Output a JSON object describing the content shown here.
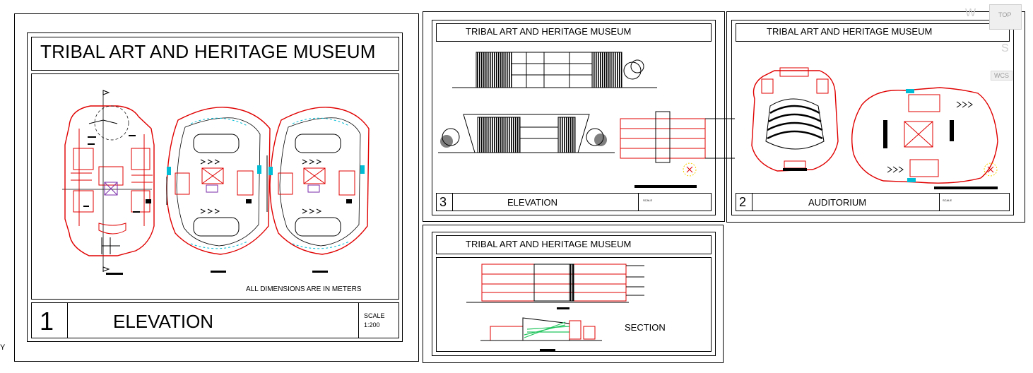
{
  "sheet1": {
    "title": "TRIBAL ART AND HERITAGE MUSEUM",
    "number": "1",
    "label": "ELEVATION",
    "scale_label": "SCALE",
    "scale_value": "1:200",
    "note": "ALL DIMENSIONS ARE IN METERS"
  },
  "sheet3": {
    "title": "TRIBAL ART AND HERITAGE MUSEUM",
    "number": "3",
    "label": "ELEVATION",
    "scale_label": "SCALE"
  },
  "sheet2": {
    "title": "TRIBAL ART AND HERITAGE MUSEUM",
    "number": "2",
    "label": "AUDITORIUM",
    "scale_label": "SCALE"
  },
  "sheet4": {
    "title": "TRIBAL ART AND HERITAGE MUSEUM",
    "label": "SECTION"
  },
  "viewcube": {
    "top": "TOP",
    "west": "W",
    "south": "S",
    "wcs": "WCS"
  },
  "axis_glyph": "Y",
  "colors": {
    "linework": "#000000",
    "walls": "#e00000",
    "accent_cyan": "#00bcd4",
    "accent_purple": "#7a2ca8",
    "accent_green": "#22c55e",
    "accent_yellow": "#f5d000"
  }
}
